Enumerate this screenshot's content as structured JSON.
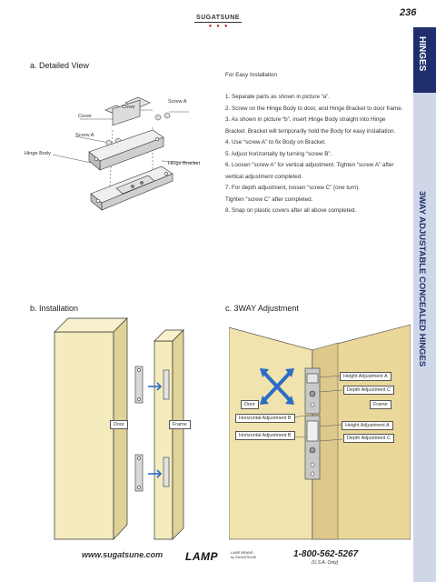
{
  "header": {
    "brand": "SUGATSUNE",
    "page_number": "236"
  },
  "sidebar": {
    "category": "HINGES",
    "product_title": "3WAY ADJUSTABLE CONCEALED HINGES"
  },
  "section_a": {
    "title": "a. Detailed View",
    "labels": {
      "cover_1": "Cover",
      "cover_2": "Cover",
      "screw_a_1": "Screw A",
      "screw_a_2": "Screw A",
      "hinge_body": "Hinge Body",
      "hinge_bracket": "Hinge Bracket"
    }
  },
  "instructions": {
    "heading": "For Easy Installation",
    "lines": [
      "1. Separate parts as shown in picture “a”.",
      "2. Screw on the Hinge Body to door, and Hinge Bracket to door frame.",
      "3. As shown in picture “b”, insert Hinge Body straight into Hinge",
      "Bracket. Bracket will temporarily hold the Body for easy installation.",
      "4. Use “screw A” to fix Body on Bracket.",
      "5. Adjust horizontally by turning “screw B”.",
      "6. Loosen “screw A” for vertical adjustment. Tighten “screw A” after",
      "vertical adjustment completed.",
      "7. For depth adjustment, loosen “screw C” (one turn).",
      "Tighten “screw C” after completed.",
      "8. Snap on plastic covers after all above completed."
    ]
  },
  "section_b": {
    "title": "b. Installation",
    "labels": {
      "door": "Door",
      "frame": "Frame"
    }
  },
  "section_c": {
    "title": "c. 3WAY Adjustment",
    "labels": {
      "height_adj": "Height Adjustment A",
      "depth_adj": "Depth Adjustment C",
      "door": "Door",
      "frame": "Frame",
      "horiz_adj_top": "Horizontal Adjustment B",
      "height_adj_2": "Height Adjustment A",
      "horiz_adj_bottom": "Horizontal Adjustment B",
      "depth_adj_2": "Depth Adjustment C"
    }
  },
  "footer": {
    "website": "www.sugatsune.com",
    "lamp_logo": "LAMP",
    "lamp_sub_1": "LAMP BRAND",
    "lamp_sub_2": "by SUGATSUNE",
    "phone": "1-800-562-5267",
    "phone_note": "(U.S.A. Only)"
  },
  "colors": {
    "navy": "#1f2f6d",
    "sidebar_light": "#cfd6e8",
    "door_fill": "#f4ecbf",
    "wall_fill": "#f1e3ad",
    "wall_shade": "#dcc98b",
    "arrow_blue": "#2a6cc9",
    "brand_red": "#c0262d"
  }
}
